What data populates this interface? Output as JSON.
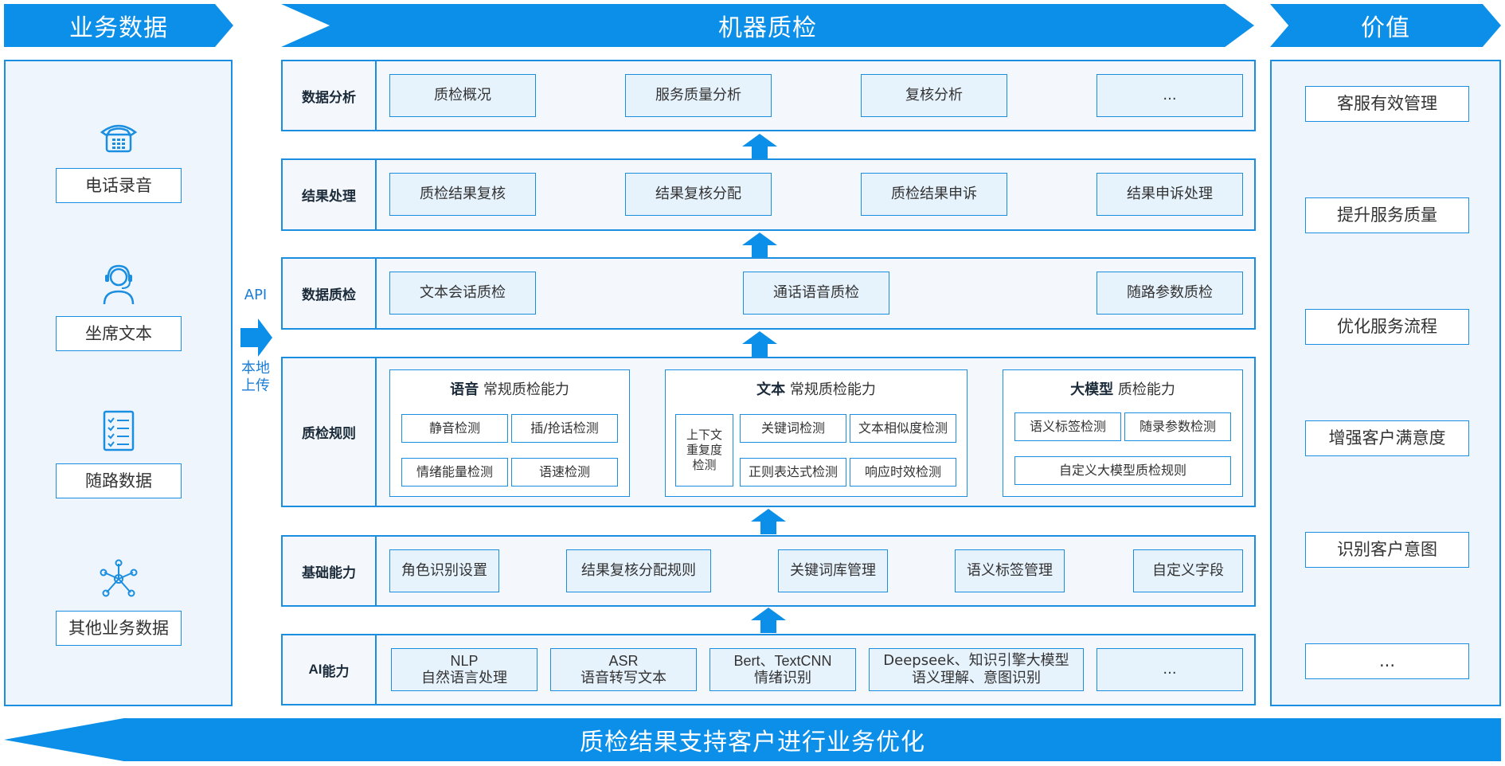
{
  "headers": {
    "business_data": "业务数据",
    "machine_qc": "机器质检",
    "value": "价值"
  },
  "left_panel": {
    "items": [
      {
        "label": "电话录音",
        "icon": "telephone-icon"
      },
      {
        "label": "坐席文本",
        "icon": "agent-headset-icon"
      },
      {
        "label": "随路数据",
        "icon": "checklist-icon"
      },
      {
        "label": "其他业务数据",
        "icon": "network-nodes-icon"
      }
    ]
  },
  "connector": {
    "api": "API",
    "local_upload_line1": "本地",
    "local_upload_line2": "上传"
  },
  "rows": {
    "data_analysis": {
      "label": "数据分析",
      "items": [
        "质检概况",
        "服务质量分析",
        "复核分析",
        "..."
      ]
    },
    "result_processing": {
      "label": "结果处理",
      "items": [
        "质检结果复核",
        "结果复核分配",
        "质检结果申诉",
        "结果申诉处理"
      ]
    },
    "data_qc": {
      "label": "数据质检",
      "items": [
        "文本会话质检",
        "通话语音质检",
        "随路参数质检"
      ]
    },
    "qc_rules": {
      "label": "质检规则",
      "voice": {
        "title_bold": "语音",
        "title_rest": " 常规质检能力",
        "items": [
          "静音检测",
          "插/抢话检测",
          "情绪能量检测",
          "语速检测"
        ]
      },
      "text": {
        "title_bold": "文本",
        "title_rest": " 常规质检能力",
        "context_line1": "上下文",
        "context_line2": "重复度",
        "context_line3": "检测",
        "items": [
          "关键词检测",
          "文本相似度检测",
          "正则表达式检测",
          "响应时效检测"
        ]
      },
      "llm": {
        "title_bold": "大模型",
        "title_rest": " 质检能力",
        "items": [
          "语义标签检测",
          "随录参数检测",
          "自定义大模型质检规则"
        ]
      }
    },
    "basic": {
      "label": "基础能力",
      "items": [
        "角色识别设置",
        "结果复核分配规则",
        "关键词库管理",
        "语义标签管理",
        "自定义字段"
      ]
    },
    "ai": {
      "label_latin": "AI",
      "label_cn": "能力",
      "items": [
        {
          "line1": "NLP",
          "line2": "自然语言处理"
        },
        {
          "line1": "ASR",
          "line2": "语音转写文本"
        },
        {
          "line1": "Bert、TextCNN",
          "line2": "情绪识别"
        },
        {
          "line1": "Deepseek、知识引擎大模型",
          "line2": "语义理解、意图识别"
        },
        {
          "line1": "...",
          "line2": ""
        }
      ]
    }
  },
  "value_panel": {
    "items": [
      "客服有效管理",
      "提升服务质量",
      "优化服务流程",
      "增强客户满意度",
      "识别客户意图",
      "..."
    ]
  },
  "footer": "质检结果支持客户进行业务优化",
  "colors": {
    "primary_blue": "#0b8fe8",
    "border_blue": "#1a8ee0",
    "panel_bg": "#eef5fc"
  }
}
